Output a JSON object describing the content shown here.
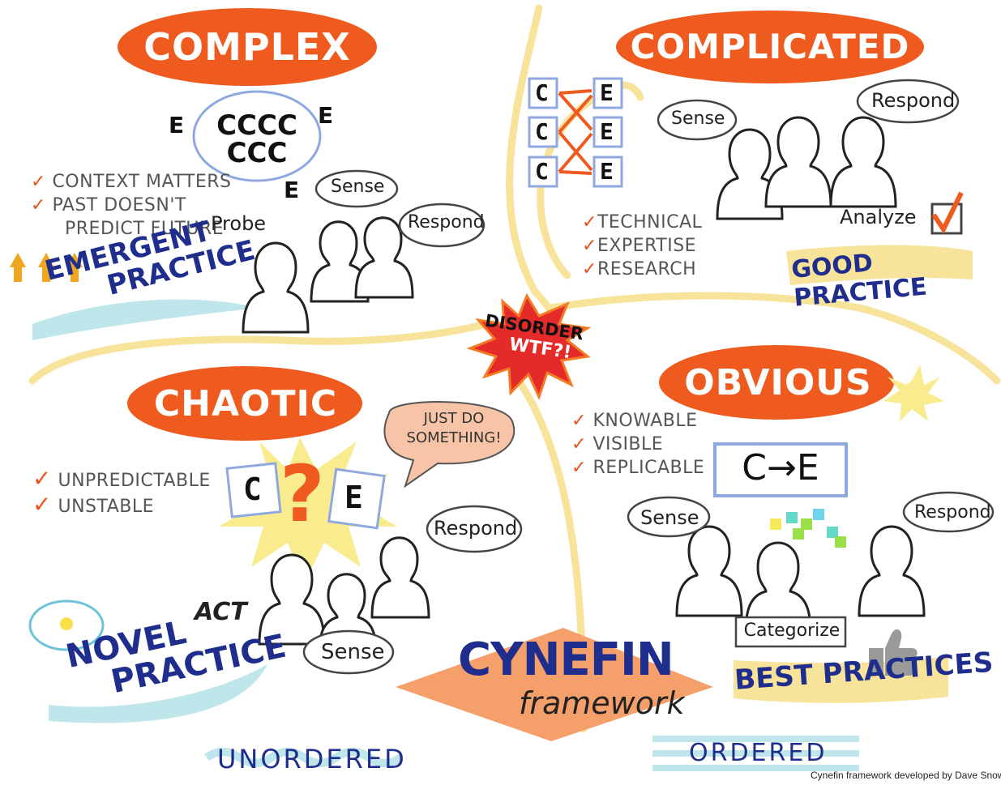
{
  "domains": {
    "complex": {
      "title": "COMPLEX",
      "cloud_letters": "CCCC CCC",
      "e_letter": "E",
      "checks": [
        "CONTEXT MATTERS",
        "PAST DOESN'T",
        "PREDICT FUTURE"
      ],
      "steps": {
        "probe": "Probe",
        "sense": "Sense",
        "respond": "Respond"
      },
      "practice": [
        "EMERGENT",
        "PRACTICE"
      ]
    },
    "complicated": {
      "title": "COMPLICATED",
      "cause": "C",
      "effect": "E",
      "checks": [
        "TECHNICAL",
        "EXPERTISE",
        "RESEARCH"
      ],
      "steps": {
        "sense": "Sense",
        "respond": "Respond",
        "analyze": "Analyze"
      },
      "practice": "GOOD PRACTICE"
    },
    "chaotic": {
      "title": "CHAOTIC",
      "checks": [
        "UNPREDICTABLE",
        "UNSTABLE"
      ],
      "bubble": [
        "JUST DO",
        "SOMETHING!"
      ],
      "cause": "C",
      "effect": "E",
      "question": "?",
      "steps": {
        "act": "ACT",
        "sense": "Sense",
        "respond": "Respond"
      },
      "practice": [
        "NOVEL",
        "PRACTICE"
      ]
    },
    "obvious": {
      "title": "OBVIOUS",
      "checks": [
        "KNOWABLE",
        "VISIBLE",
        "REPLICABLE"
      ],
      "ce_box": "C→E",
      "steps": {
        "sense": "Sense",
        "respond": "Respond",
        "categorize": "Categorize"
      },
      "practice": "BEST PRACTICES"
    }
  },
  "center": {
    "disorder": "DISORDER",
    "wtf": "WTF?!"
  },
  "framework": {
    "name": "CYNEFIN",
    "sub": "framework"
  },
  "axis": {
    "unordered": "UNORDERED",
    "ordered": "ORDERED"
  },
  "credit": "Cynefin framework developed by Dave Snowd",
  "colors": {
    "orange": "#ef5a1e",
    "navy": "#1f2e8c",
    "yellow": "#f7e39a",
    "teal": "#bfe6ea",
    "peach": "#f5a06a"
  }
}
